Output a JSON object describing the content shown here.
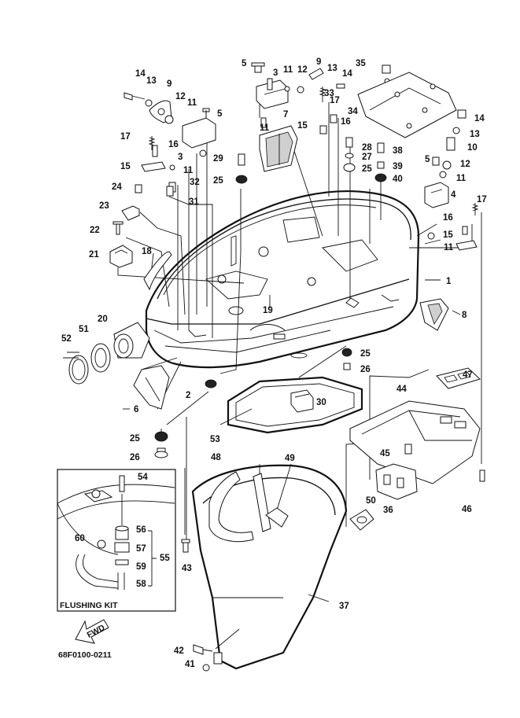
{
  "diagram": {
    "code": "68F0100-0211",
    "inset_title": "FLUSHING KIT",
    "fwd_label": "FWD",
    "callouts": [
      {
        "id": "c14a",
        "text": "14"
      },
      {
        "id": "c13a",
        "text": "13"
      },
      {
        "id": "c9a",
        "text": "9"
      },
      {
        "id": "c12a",
        "text": "12"
      },
      {
        "id": "c11a",
        "text": "11"
      },
      {
        "id": "c5a",
        "text": "5"
      },
      {
        "id": "c17a",
        "text": "17"
      },
      {
        "id": "c16a",
        "text": "16"
      },
      {
        "id": "c3a",
        "text": "3"
      },
      {
        "id": "c15a",
        "text": "15"
      },
      {
        "id": "c11b",
        "text": "11"
      },
      {
        "id": "c29",
        "text": "29"
      },
      {
        "id": "c32",
        "text": "32"
      },
      {
        "id": "c25a",
        "text": "25"
      },
      {
        "id": "c31",
        "text": "31"
      },
      {
        "id": "c24",
        "text": "24"
      },
      {
        "id": "c23",
        "text": "23"
      },
      {
        "id": "c22",
        "text": "22"
      },
      {
        "id": "c21",
        "text": "21"
      },
      {
        "id": "c18",
        "text": "18"
      },
      {
        "id": "c20",
        "text": "20"
      },
      {
        "id": "c51",
        "text": "51"
      },
      {
        "id": "c52",
        "text": "52"
      },
      {
        "id": "c19",
        "text": "19"
      },
      {
        "id": "c2",
        "text": "2"
      },
      {
        "id": "c6",
        "text": "6"
      },
      {
        "id": "c25b",
        "text": "25"
      },
      {
        "id": "c26a",
        "text": "26"
      },
      {
        "id": "c53",
        "text": "53"
      },
      {
        "id": "c30",
        "text": "30"
      },
      {
        "id": "c5b",
        "text": "5"
      },
      {
        "id": "c3b",
        "text": "3"
      },
      {
        "id": "c11c",
        "text": "11"
      },
      {
        "id": "c12b",
        "text": "12"
      },
      {
        "id": "c9b",
        "text": "9"
      },
      {
        "id": "c13b",
        "text": "13"
      },
      {
        "id": "c14b",
        "text": "14"
      },
      {
        "id": "c33",
        "text": "33"
      },
      {
        "id": "c35",
        "text": "35"
      },
      {
        "id": "c17b",
        "text": "17"
      },
      {
        "id": "c16b",
        "text": "16"
      },
      {
        "id": "c11d",
        "text": "11"
      },
      {
        "id": "c7",
        "text": "7"
      },
      {
        "id": "c15b",
        "text": "15"
      },
      {
        "id": "c34",
        "text": "34"
      },
      {
        "id": "c28",
        "text": "28"
      },
      {
        "id": "c27",
        "text": "27"
      },
      {
        "id": "c25c",
        "text": "25"
      },
      {
        "id": "c38",
        "text": "38"
      },
      {
        "id": "c39",
        "text": "39"
      },
      {
        "id": "c40",
        "text": "40"
      },
      {
        "id": "c14c",
        "text": "14"
      },
      {
        "id": "c13c",
        "text": "13"
      },
      {
        "id": "c10",
        "text": "10"
      },
      {
        "id": "c5c",
        "text": "5"
      },
      {
        "id": "c12c",
        "text": "12"
      },
      {
        "id": "c11e",
        "text": "11"
      },
      {
        "id": "c4",
        "text": "4"
      },
      {
        "id": "c17c",
        "text": "17"
      },
      {
        "id": "c16c",
        "text": "16"
      },
      {
        "id": "c15c",
        "text": "15"
      },
      {
        "id": "c11f",
        "text": "11"
      },
      {
        "id": "c1",
        "text": "1"
      },
      {
        "id": "c8",
        "text": "8"
      },
      {
        "id": "c25d",
        "text": "25"
      },
      {
        "id": "c26b",
        "text": "26"
      },
      {
        "id": "c47",
        "text": "47"
      },
      {
        "id": "c44",
        "text": "44"
      },
      {
        "id": "c45",
        "text": "45"
      },
      {
        "id": "c36",
        "text": "36"
      },
      {
        "id": "c46",
        "text": "46"
      },
      {
        "id": "c48",
        "text": "48"
      },
      {
        "id": "c49",
        "text": "49"
      },
      {
        "id": "c50",
        "text": "50"
      },
      {
        "id": "c37",
        "text": "37"
      },
      {
        "id": "c43",
        "text": "43"
      },
      {
        "id": "c54",
        "text": "54"
      },
      {
        "id": "c56",
        "text": "56"
      },
      {
        "id": "c60",
        "text": "60"
      },
      {
        "id": "c57",
        "text": "57"
      },
      {
        "id": "c59",
        "text": "59"
      },
      {
        "id": "c55",
        "text": "55"
      },
      {
        "id": "c58",
        "text": "58"
      },
      {
        "id": "c42",
        "text": "42"
      },
      {
        "id": "c41",
        "text": "41"
      }
    ]
  }
}
